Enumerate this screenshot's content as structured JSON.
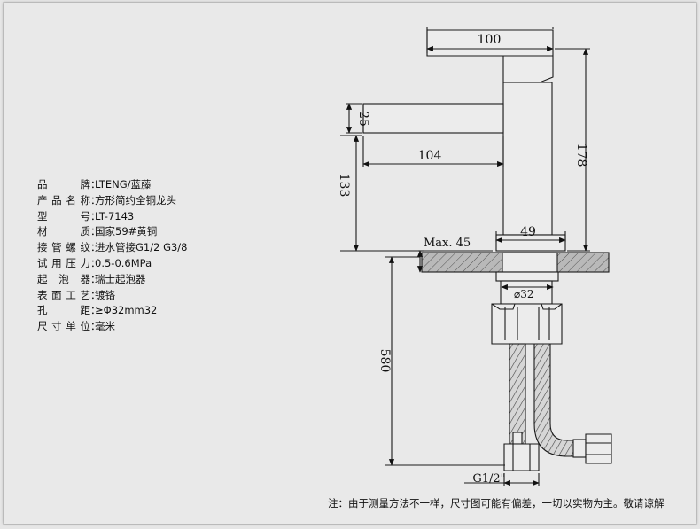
{
  "specs": [
    {
      "label": "品　　牌",
      "value": "LTENG/蓝藤"
    },
    {
      "label": "产品名称",
      "value": "方形简约全铜龙头"
    },
    {
      "label": "型　　号",
      "value": "LT-7143"
    },
    {
      "label": "材　　质",
      "value": "国家59#黄铜"
    },
    {
      "label": "接管螺纹",
      "value": "进水管接G1/2  G3/8"
    },
    {
      "label": "试用压力",
      "value": "0.5-0.6MPa"
    },
    {
      "label": "起 泡 器",
      "value": "瑞士起泡器"
    },
    {
      "label": "表面工艺",
      "value": "镀铬"
    },
    {
      "label": "孔　　距",
      "value": "≥Φ32mm32"
    },
    {
      "label": "尺寸单位",
      "value": "毫米"
    }
  ],
  "colon": "：",
  "dimensions": {
    "handle_length": "100",
    "total_height": "178",
    "spout_thickness": "25",
    "spout_reach": "104",
    "spout_height": "133",
    "base_width": "49",
    "max_deck": "Max. 45",
    "shank_diameter": "⌀32",
    "hose_length": "580",
    "inlet_thread": "G1/2\""
  },
  "footnote": "注：由于测量方法不一样，尺寸图可能有偏差，一切以实物为主。敬请谅解"
}
